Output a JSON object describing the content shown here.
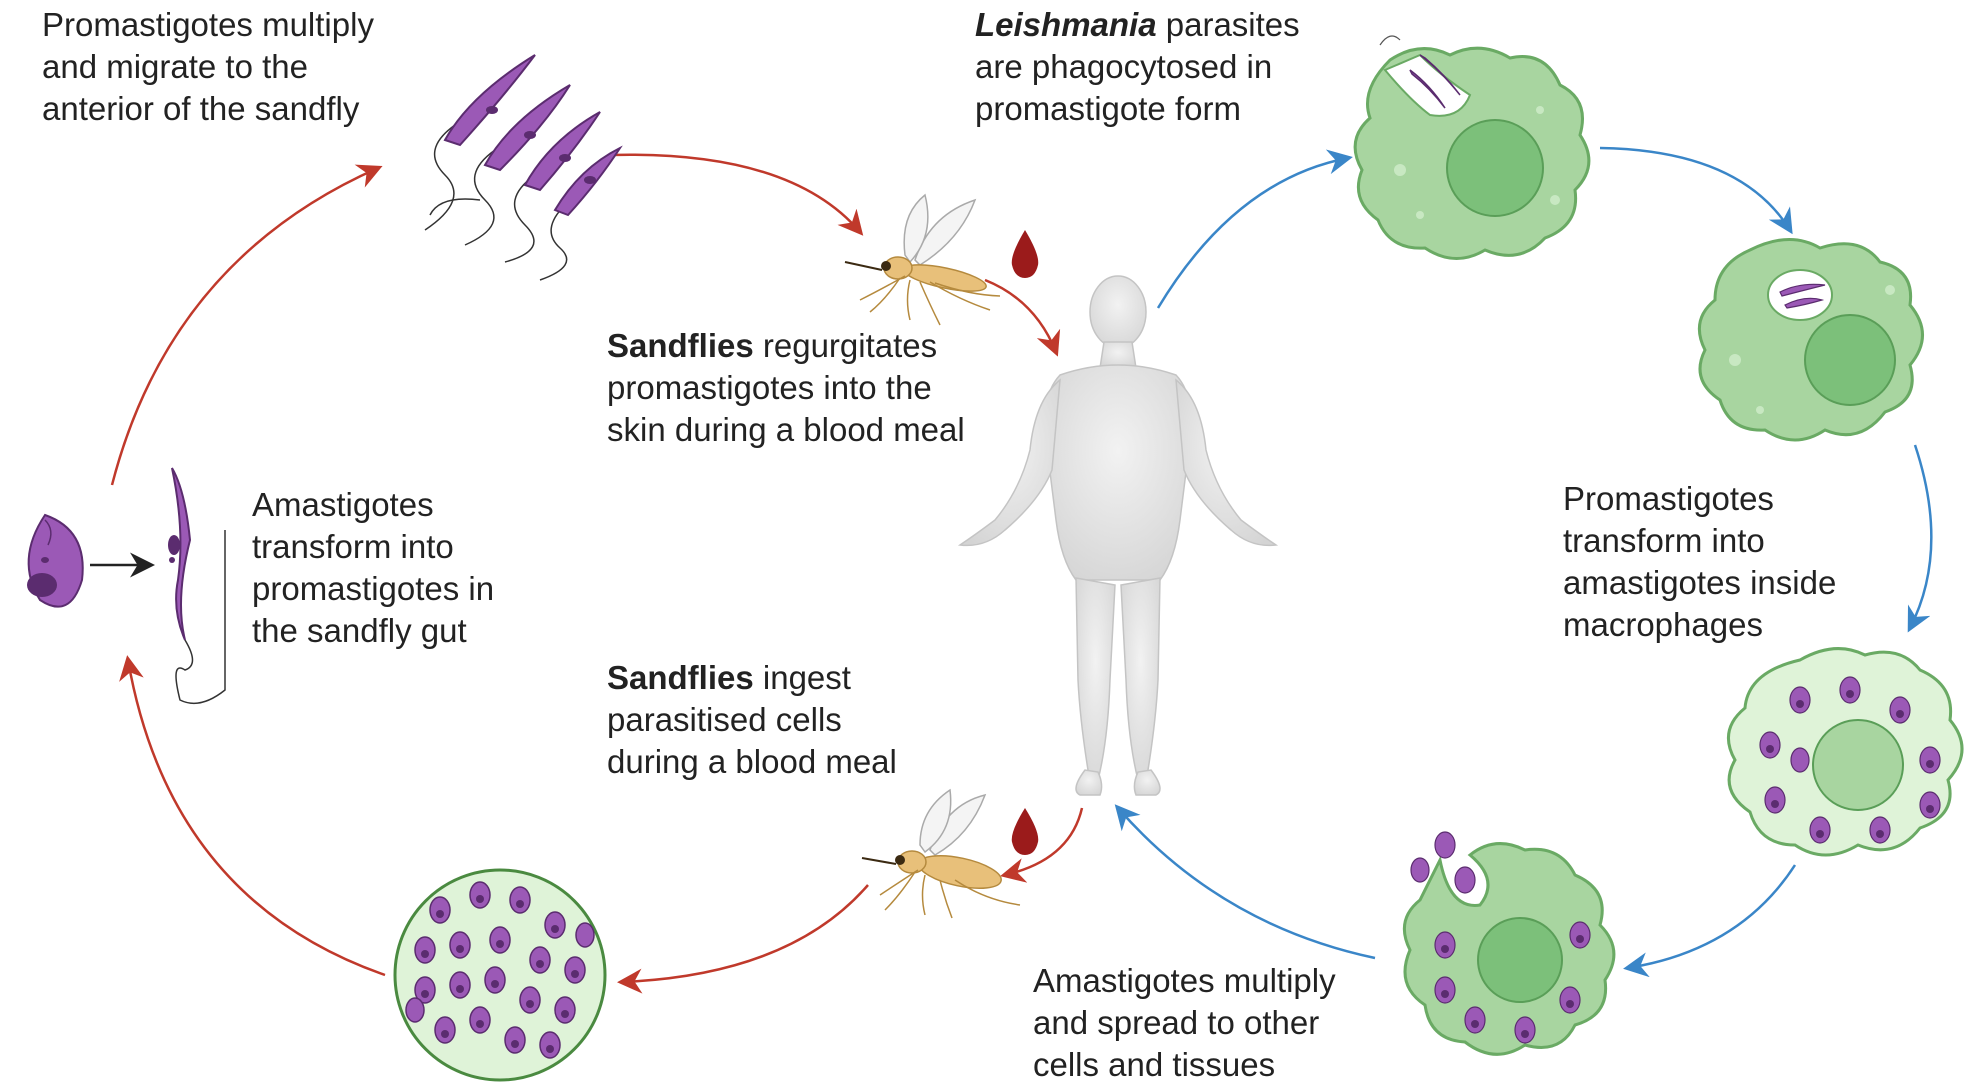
{
  "diagram": {
    "labels": {
      "promastigotes_multiply": [
        "Promastigotes multiply",
        "and migrate to the",
        "anterior of the sandfly"
      ],
      "amastigotes_transform": [
        "Amastigotes",
        "transform into",
        "promastigotes in",
        "the sandfly gut"
      ],
      "regurgitates": {
        "bold": "Sandflies",
        "line1_rest": " regurgitates",
        "line2": "promastigotes into the",
        "line3": "skin during a blood meal"
      },
      "ingest": {
        "bold": "Sandflies",
        "line1_rest": " ingest",
        "line2": "parasitised cells",
        "line3": "during a blood meal"
      },
      "phagocytosed": {
        "italic_bold": "Leishmania",
        "line1_rest": " parasites",
        "line2": "are phagocytosed in",
        "line3": "promastigote form"
      },
      "promastigotes_transform": [
        "Promastigotes",
        "transform into",
        "amastigotes inside",
        "macrophages"
      ],
      "amastigotes_multiply": [
        "Amastigotes multiply",
        "and spread to other",
        "cells and tissues"
      ]
    },
    "colors": {
      "sandfly_cycle_arrow": "#c0392b",
      "human_cycle_arrow": "#3a86c8",
      "parasite_purple": "#9b59b6",
      "parasite_dark": "#5b2c6f",
      "macrophage_green": "#a8d5a0",
      "macrophage_border": "#6aaa64",
      "nucleus_green": "#7cc07a",
      "blood_drop": "#9b1b1b",
      "human_body": "#e6e6e6",
      "sandfly_body": "#e8c07a"
    },
    "icons": [
      "promastigote-cluster-icon",
      "sandfly-icon",
      "blood-drop-icon",
      "human-body-icon",
      "macrophage-icon",
      "amastigote-icon",
      "promastigote-icon",
      "infected-cell-icon"
    ]
  }
}
